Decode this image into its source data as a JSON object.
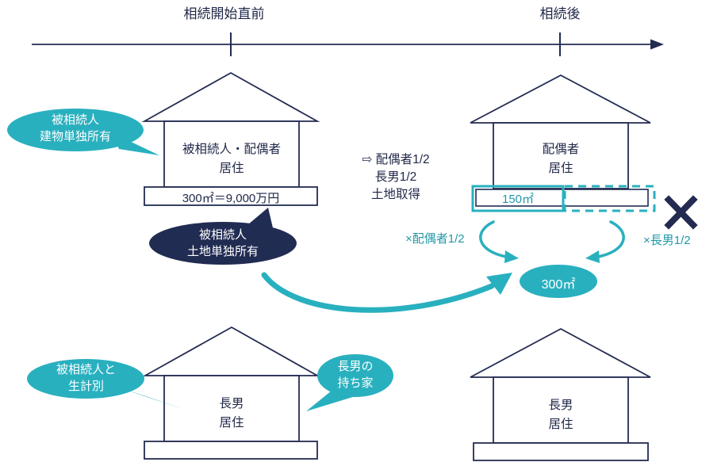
{
  "palette": {
    "navy": "#232b52",
    "teal": "#29b0bf",
    "white": "#ffffff"
  },
  "timeline": {
    "before_label": "相続開始直前",
    "after_label": "相続後"
  },
  "callouts": {
    "building_ownership": {
      "line1": "被相続人",
      "line2": "建物単独所有"
    },
    "land_ownership": {
      "line1": "被相続人",
      "line2": "土地単独所有"
    },
    "separate_household": {
      "line1": "被相続人と",
      "line2": "生計別"
    },
    "sons_own_house": {
      "line1": "長男の",
      "line2": "持ち家"
    }
  },
  "houses": {
    "before_main": {
      "line1": "被相続人・配偶者",
      "line2": "居住",
      "land_label": "300㎡＝9,000万円"
    },
    "after_main": {
      "line1": "配偶者",
      "line2": "居住",
      "land_left_label": "150㎡"
    },
    "before_son": {
      "line1": "長男",
      "line2": "居住"
    },
    "after_son": {
      "line1": "長男",
      "line2": "居住"
    }
  },
  "transfer_note": {
    "arrow": "⇨",
    "line1": "配偶者1/2",
    "line2": "長男1/2",
    "line3": "土地取得"
  },
  "share_labels": {
    "spouse": "×配偶者1/2",
    "son": "×長男1/2"
  },
  "land_total_label": "300㎡"
}
